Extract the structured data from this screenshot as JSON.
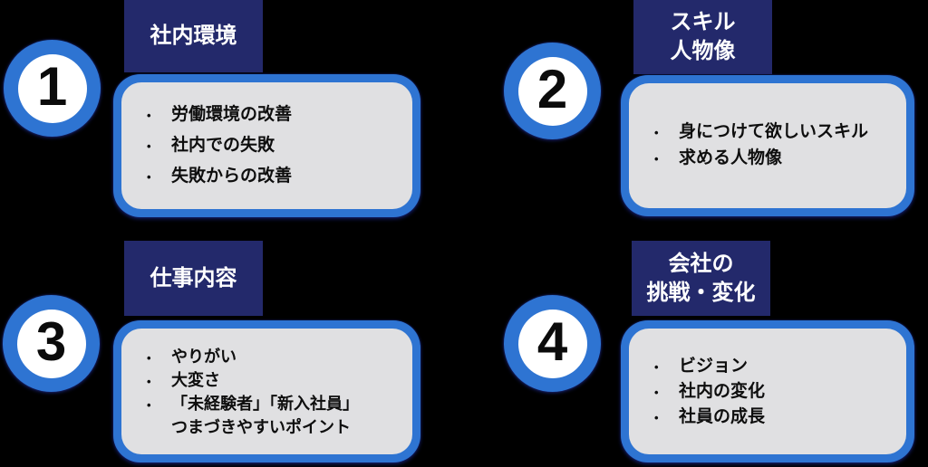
{
  "page": {
    "background": "#000000"
  },
  "colors": {
    "accent_blue": "#2E74D2",
    "header_navy": "#23296B",
    "panel_fill": "#E0E0E2",
    "title_text": "#FFFFFF",
    "body_text": "#0E0E0E",
    "number_text": "#0B0B0B"
  },
  "bullet_glyph": "•",
  "sections": [
    {
      "number": "1",
      "title": "社内環境",
      "bullets": [
        "労働環境の改善",
        "社内での失敗",
        "失敗からの改善"
      ]
    },
    {
      "number": "2",
      "title": "スキル\n人物像",
      "bullets": [
        "身につけて欲しいスキル",
        "求める人物像"
      ]
    },
    {
      "number": "3",
      "title": "仕事内容",
      "bullets": [
        "やりがい",
        "大変さ",
        "「未経験者」「新入社員」",
        "つまづきやすいポイント"
      ]
    },
    {
      "number": "4",
      "title": "会社の\n挑戦・変化",
      "bullets": [
        "ビジョン",
        "社内の変化",
        "社員の成長"
      ]
    }
  ]
}
